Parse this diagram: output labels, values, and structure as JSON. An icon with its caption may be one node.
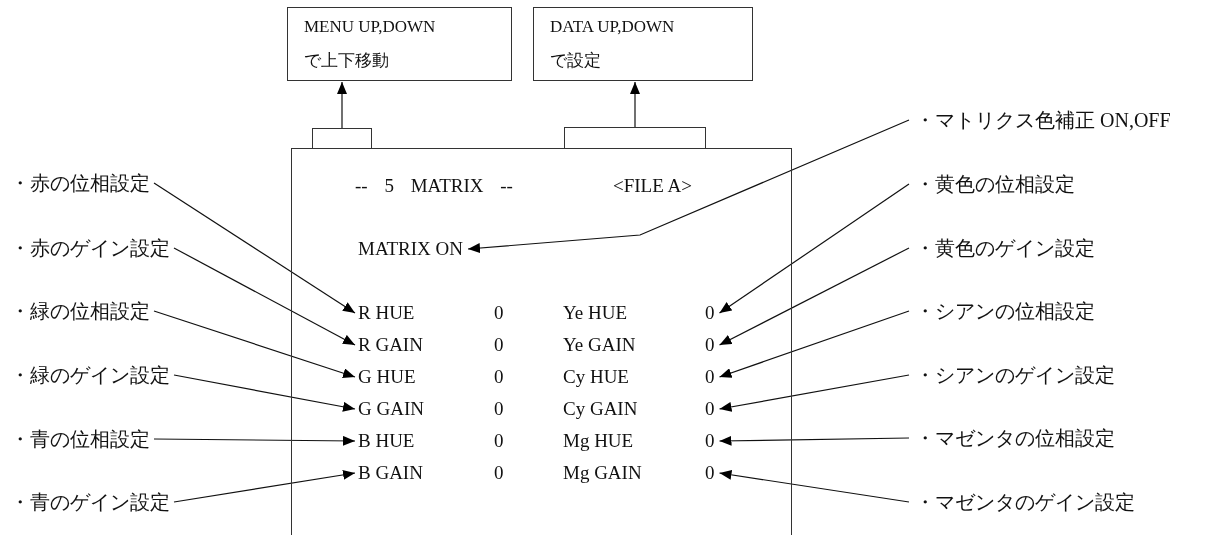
{
  "diagram": {
    "nodes": [
      {
        "text": [
          "MENU UP,DOWN で上下移動"
        ]
      },
      {
        "text": [
          "DATA UP,DOWN で設定"
        ]
      },
      {
        "text": [
          "-- 5 MATRIX --",
          "<FILE A>"
        ]
      },
      {
        "text": [],
        "shape": "box"
      },
      {
        "text": [],
        "shape": "box"
      },
      {
        "text": [
          "MATRIX ON"
        ],
        "in": 2
      },
      {
        "text": [
          "R HUE"
        ],
        "in": 2
      },
      {
        "text": [
          "R GAIN"
        ],
        "in": 2
      },
      {
        "text": [
          "G HUE"
        ],
        "in": 2
      },
      {
        "text": [
          "G GAIN"
        ],
        "in": 2
      },
      {
        "text": [
          "B HUE"
        ],
        "in": 2
      },
      {
        "text": [
          "B GAIN"
        ],
        "in": 2
      },
      {
        "text": [
          "0"
        ],
        "in": 2
      },
      {
        "text": [
          "0"
        ],
        "in": 2
      },
      {
        "text": [
          "0"
        ],
        "in": 2
      },
      {
        "text": [
          "0"
        ],
        "in": 2
      },
      {
        "text": [
          "0"
        ],
        "in": 2
      },
      {
        "text": [
          "0"
        ],
        "in": 2
      },
      {
        "text": [
          "・赤の位相設定"
        ]
      },
      {
        "text": [
          "・赤のゲイン設定"
        ]
      },
      {
        "text": [
          "・緑の位相設定"
        ]
      },
      {
        "text": [
          "・緑のゲイン設定"
        ]
      },
      {
        "text": [
          "・青の位相設定"
        ]
      },
      {
        "text": [
          "・青のゲイン設定"
        ]
      },
      {
        "text": [
          "・マトリクス色補正 ON,OFF"
        ]
      },
      {
        "text": [
          "・黄色の位相設定"
        ]
      },
      {
        "text": [
          "・黄色のゲイン設定"
        ]
      },
      {
        "text": [
          "・シアンの位相設定"
        ]
      },
      {
        "text": [
          "・シアンのゲイン設定"
        ]
      },
      {
        "text": [
          "・マゼンタの位相設定"
        ]
      },
      {
        "text": [
          "・マゼンタのゲイン設定"
        ]
      }
    ],
    "edges": [
      {
        "from": 3,
        "to": 0,
        "arrow": "to"
      },
      {
        "from": 4,
        "to": 1,
        "arrow": "to"
      },
      {
        "from": 24,
        "to": 5,
        "arrow": "to"
      },
      {
        "from": 18,
        "to": 6,
        "arrow": "to"
      },
      {
        "from": 19,
        "to": 7,
        "arrow": "to"
      },
      {
        "from": 20,
        "to": 8,
        "arrow": "to"
      },
      {
        "from": 21,
        "to": 9,
        "arrow": "to"
      },
      {
        "from": 22,
        "to": 10,
        "arrow": "to"
      },
      {
        "from": 23,
        "to": 11,
        "arrow": "to"
      },
      {
        "from": 25,
        "to": 12,
        "arrow": "to"
      },
      {
        "from": 26,
        "to": 13,
        "arrow": "to"
      },
      {
        "from": 27,
        "to": 14,
        "arrow": "to"
      },
      {
        "from": 28,
        "to": 15,
        "arrow": "to"
      },
      {
        "from": 29,
        "to": 16,
        "arrow": "to"
      },
      {
        "from": 30,
        "to": 17,
        "arrow": "to"
      }
    ],
    "labels": [
      "0",
      "Ye HUE",
      "0",
      "Ye GAIN",
      "0",
      "Cy HUE",
      "0",
      "Cy GAIN",
      "0",
      "Mg HUE",
      "0",
      "Mg GAIN"
    ]
  }
}
